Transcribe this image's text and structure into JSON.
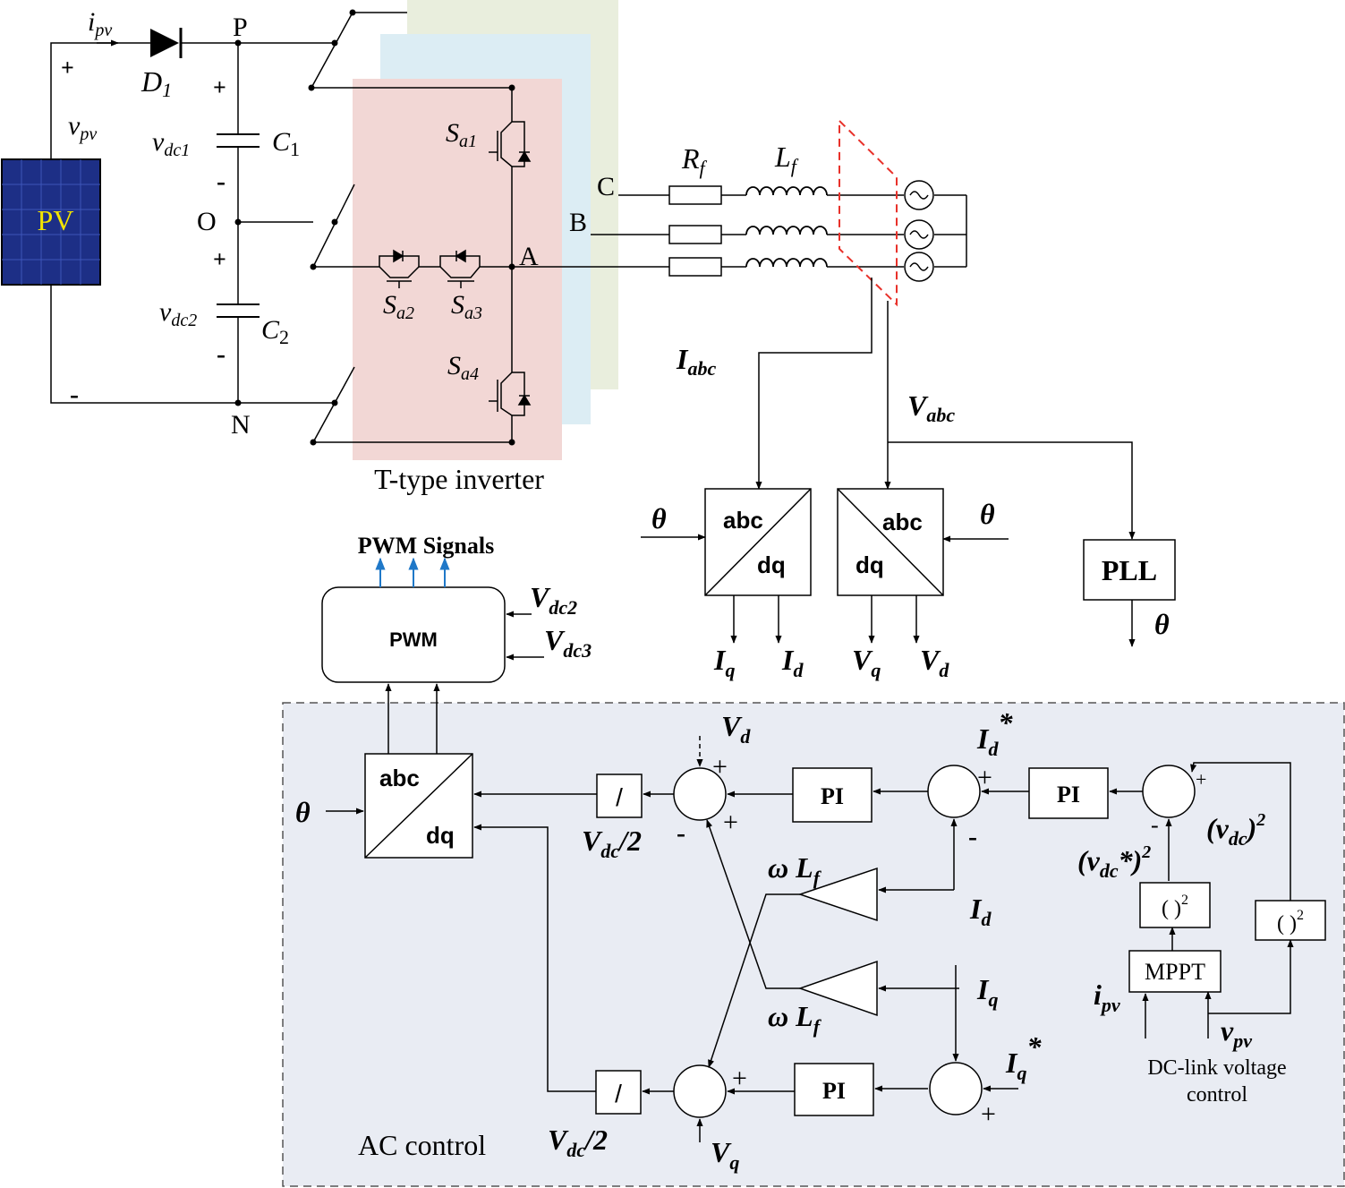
{
  "pv_panel": {
    "label": "PV"
  },
  "nodes": {
    "p": "P",
    "o": "O",
    "n": "N",
    "a": "A",
    "b": "B",
    "c": "C"
  },
  "dc_side": {
    "ipv_main": "i",
    "ipv_sub": "pv",
    "vpv_main": "v",
    "vpv_sub": "pv",
    "d1_main": "D",
    "d1_sub": "1",
    "c1_main": "C",
    "c1_sub": "1",
    "c2_main": "C",
    "c2_sub": "2",
    "vdc1_main": "v",
    "vdc1_sub": "dc1",
    "vdc2_main": "v",
    "vdc2_sub": "dc2",
    "plus": "+",
    "minus": "-"
  },
  "inverter": {
    "title": "T-type inverter",
    "s_main": "S",
    "sa1_sub": "a1",
    "sa2_sub": "a2",
    "sa3_sub": "a3",
    "sa4_sub": "a4"
  },
  "filter": {
    "rf_main": "R",
    "rf_sub": "f",
    "lf_main": "L",
    "lf_sub": "f"
  },
  "measure": {
    "iabc_main": "I",
    "iabc_sub": "abc",
    "vabc_main": "V",
    "vabc_sub": "abc",
    "theta": "θ",
    "abc": "abc",
    "dq": "dq",
    "pll": "PLL",
    "iq_main": "I",
    "iq_sub": "q",
    "id_main": "I",
    "id_sub": "d",
    "vq_main": "V",
    "vq_sub": "q",
    "vd_main": "V",
    "vd_sub": "d"
  },
  "pwm": {
    "title": "PWM Signals",
    "block": "PWM",
    "vdc2_main": "V",
    "vdc2_sub": "dc2",
    "vdc3_main": "V",
    "vdc3_sub": "dc3"
  },
  "ac_control": {
    "title": "AC control",
    "abc": "abc",
    "dq": "dq",
    "theta": "θ",
    "div": "/",
    "vdc2_main": "V",
    "vdc2_sub": "dc",
    "vdc2_tail": "/2",
    "pi": "PI",
    "omega_lf_main": "ω L",
    "omega_lf_sub": "f",
    "id_main": "I",
    "id_sub": "d",
    "iq_main": "I",
    "iq_sub": "q",
    "vd_main": "V",
    "vd_sub": "d",
    "vq_main": "V",
    "vq_sub": "q",
    "id_ref_sub": "d",
    "iq_ref_sub": "q",
    "star": "*",
    "plus": "+",
    "minus": "-"
  },
  "dc_control": {
    "title_line1": "DC-link voltage",
    "title_line2": "control",
    "mppt": "MPPT",
    "square": "( )",
    "sq_exp": "2",
    "vdc_sq_open": "(v",
    "vdc_sq_sub": "dc",
    "vdc_sq_close": ")",
    "vdc_ref_close": "*)",
    "ipv_main": "i",
    "ipv_sub": "pv",
    "vpv_main": "v",
    "vpv_sub": "pv"
  },
  "colors": {
    "pv_fill": "#1d2f86",
    "pv_label": "#f2e400",
    "phase_a_bg": "#f2d7d5",
    "phase_b_bg": "#dcedf4",
    "phase_c_bg": "#e9eedd",
    "control_bg": "#e9ecf3",
    "pwm_arrow": "#1f78c8",
    "pcc_dash": "#e8312a"
  }
}
